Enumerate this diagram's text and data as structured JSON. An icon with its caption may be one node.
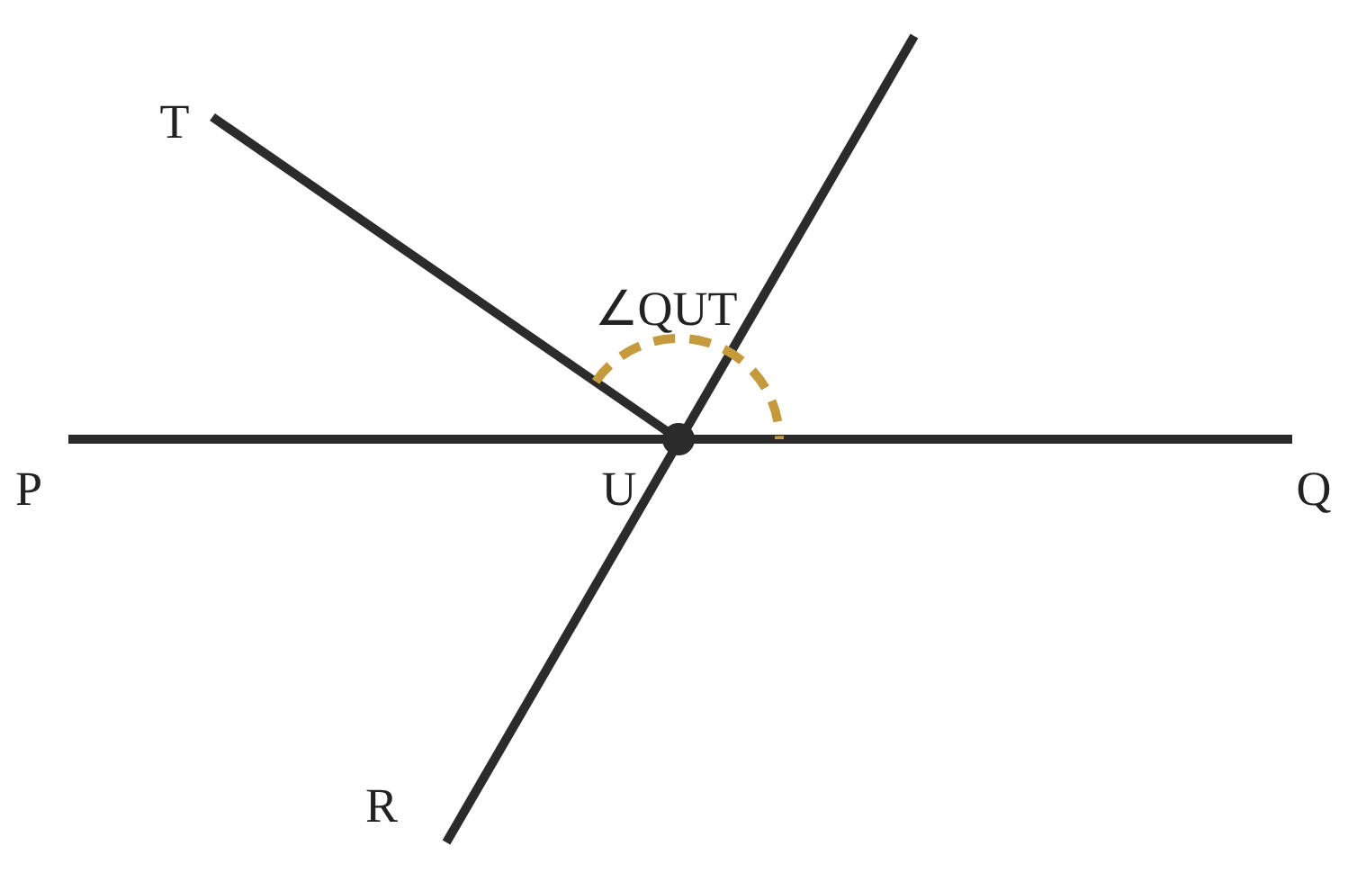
{
  "diagram": {
    "labels": [
      "T",
      "∠QUT",
      "P",
      "U",
      "Q",
      "R"
    ]
  }
}
